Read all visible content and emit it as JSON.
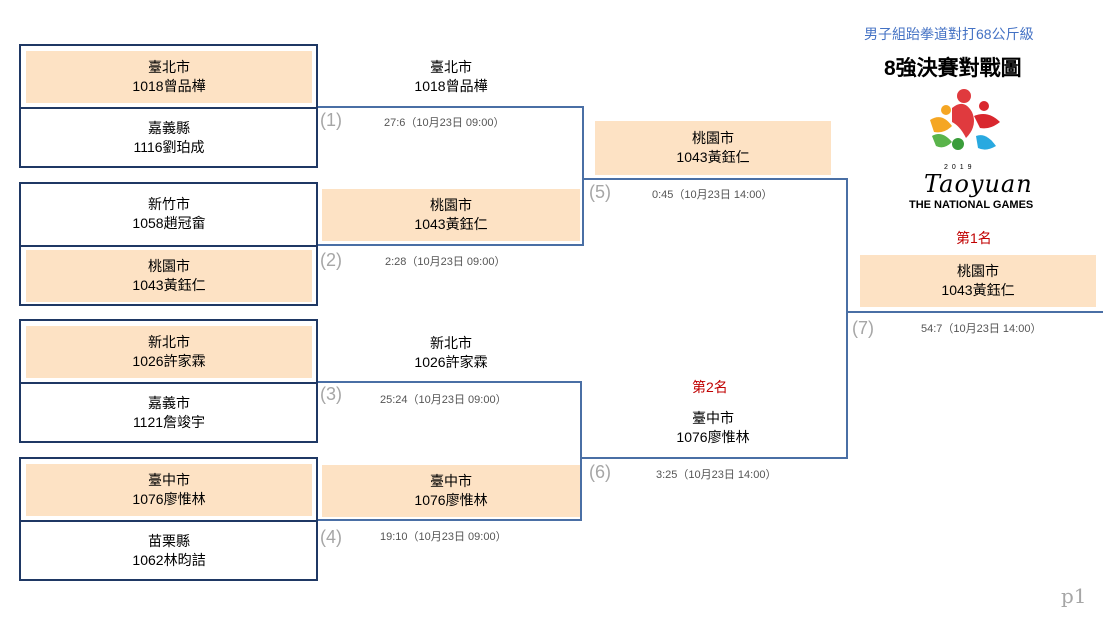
{
  "header": {
    "event": "男子組跆拳道對打68公斤級",
    "title": "8強決賽對戰圖",
    "logo_year": "2019",
    "logo_word": "Taoyuan",
    "logo_sub": "THE NATIONAL GAMES",
    "first_place_label": "第1名",
    "second_place_label": "第2名",
    "page": "p1"
  },
  "round1": [
    {
      "city": "臺北市",
      "name": "1018曾品樺",
      "winner": true
    },
    {
      "city": "嘉義縣",
      "name": "1116劉珀成",
      "winner": false
    },
    {
      "city": "新竹市",
      "name": "1058趙冠畲",
      "winner": false
    },
    {
      "city": "桃園市",
      "name": "1043黃鈺仁",
      "winner": true
    },
    {
      "city": "新北市",
      "name": "1026許家霖",
      "winner": true
    },
    {
      "city": "嘉義市",
      "name": "1121詹竣宇",
      "winner": false
    },
    {
      "city": "臺中市",
      "name": "1076廖惟林",
      "winner": true
    },
    {
      "city": "苗栗縣",
      "name": "1062林昀詰",
      "winner": false
    }
  ],
  "round2": [
    {
      "city": "臺北市",
      "name": "1018曾品樺",
      "highlight": false
    },
    {
      "city": "桃園市",
      "name": "1043黃鈺仁",
      "highlight": true
    },
    {
      "city": "新北市",
      "name": "1026許家霖",
      "highlight": false
    },
    {
      "city": "臺中市",
      "name": "1076廖惟林",
      "highlight": true
    }
  ],
  "round3": [
    {
      "city": "桃園市",
      "name": "1043黃鈺仁",
      "highlight": true
    },
    {
      "city": "臺中市",
      "name": "1076廖惟林",
      "highlight": false
    }
  ],
  "champion": {
    "city": "桃園市",
    "name": "1043黃鈺仁"
  },
  "matches": [
    {
      "no": "(1)",
      "score": "27:6（10月23日 09:00）"
    },
    {
      "no": "(2)",
      "score": "2:28（10月23日 09:00）"
    },
    {
      "no": "(3)",
      "score": "25:24（10月23日 09:00）"
    },
    {
      "no": "(4)",
      "score": "19:10（10月23日 09:00）"
    },
    {
      "no": "(5)",
      "score": "0:45（10月23日 14:00）"
    },
    {
      "no": "(6)",
      "score": "3:25（10月23日 14:00）"
    },
    {
      "no": "(7)",
      "score": "54:7（10月23日 14:00）"
    }
  ],
  "colors": {
    "winner_fill": "#fde2c4",
    "box_border": "#1f3864",
    "bracket_line": "#4a6fa5",
    "title_blue": "#4472c4",
    "rank_red": "#c00000"
  }
}
